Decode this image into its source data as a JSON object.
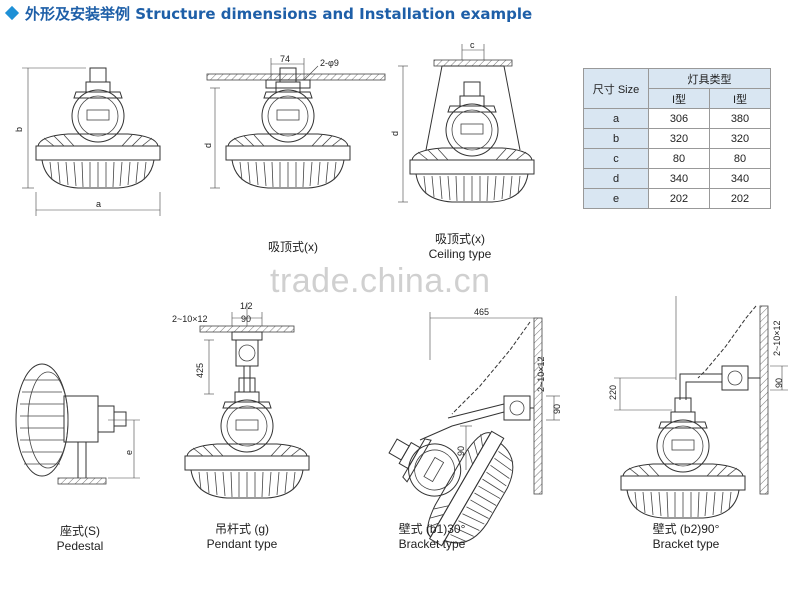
{
  "header": {
    "title": "外形及安装举例 Structure dimensions and Installation example"
  },
  "dimension_labels": {
    "a": "a",
    "b": "b",
    "c": "c",
    "d": "d",
    "e": "e",
    "d74": "74",
    "hole1": "2-φ9",
    "hole2": "2~10×12",
    "half": "1/2",
    "d90": "90",
    "d425": "425",
    "d465": "465",
    "hole3": "2~10×12",
    "d90b": "90",
    "d90c": "90",
    "hole4": "2~10×12",
    "d90d": "90",
    "d220": "220"
  },
  "captions": {
    "ceiling1": {
      "cn": "吸顶式(x)"
    },
    "ceiling2": {
      "cn": "吸顶式(x)",
      "en": "Ceiling type"
    },
    "pedestal": {
      "cn": "座式(S)",
      "en": "Pedestal"
    },
    "pendant": {
      "cn": "吊杆式 (g)",
      "en": "Pendant type"
    },
    "bracket1": {
      "cn": "壁式 (b1)30°",
      "en": "Bracket type"
    },
    "bracket2": {
      "cn": "壁式 (b2)90°",
      "en": "Bracket type"
    }
  },
  "table": {
    "corner": "尺寸 Size",
    "group_header": "灯具类型",
    "col1": "I型",
    "col2": "I型",
    "rows": [
      {
        "label": "a",
        "v1": "306",
        "v2": "380"
      },
      {
        "label": "b",
        "v1": "320",
        "v2": "320"
      },
      {
        "label": "c",
        "v1": "80",
        "v2": "80"
      },
      {
        "label": "d",
        "v1": "340",
        "v2": "340"
      },
      {
        "label": "e",
        "v1": "202",
        "v2": "202"
      }
    ]
  },
  "watermark": "trade.china.cn",
  "colors": {
    "accent": "#1e90d6",
    "title": "#1e5fa8",
    "table_header": "#d9e6f2"
  }
}
